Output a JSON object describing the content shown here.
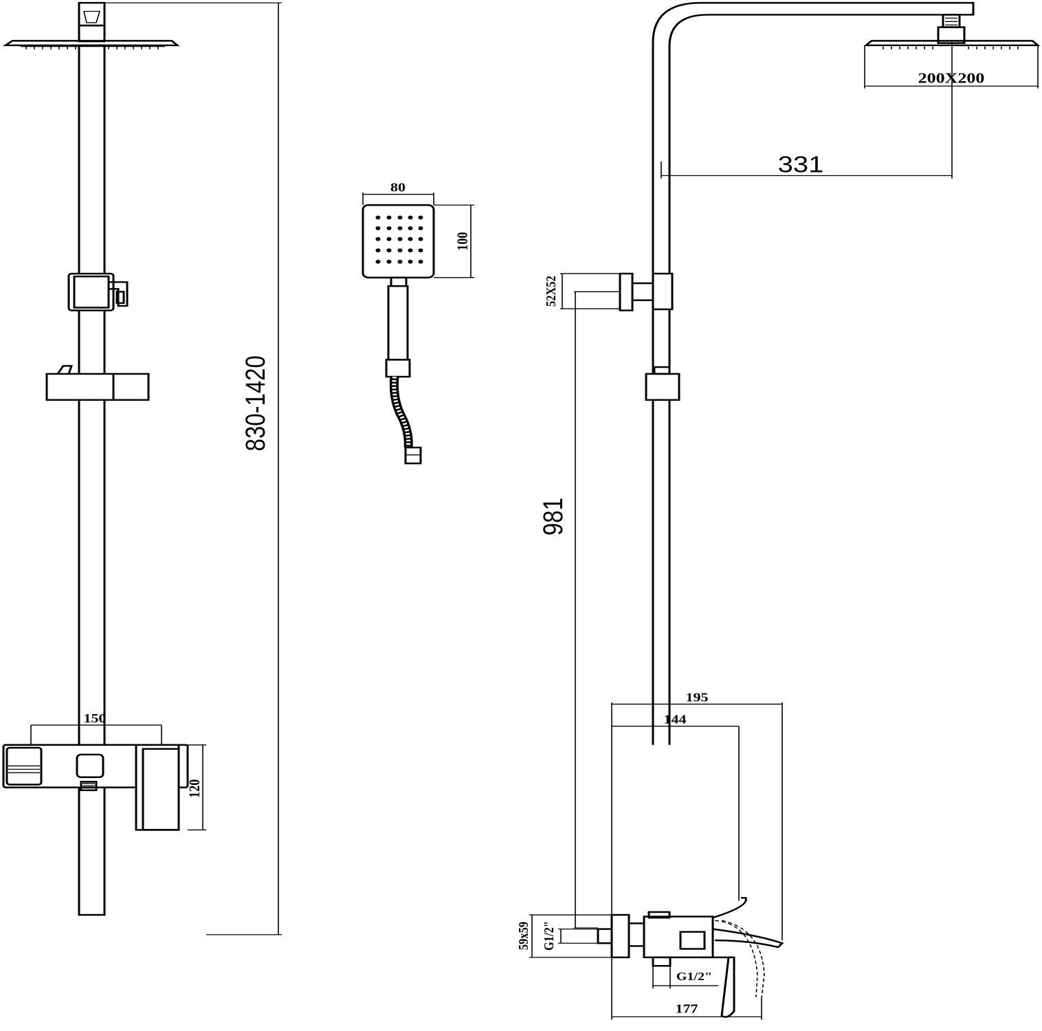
{
  "dimensions": {
    "height_range": "830-1420",
    "handshower_width": "80",
    "handshower_height": "100",
    "head_size": "200X200",
    "arm_reach": "331",
    "bracket_size": "52X52",
    "bracket_height": "981",
    "mixer_width_front": "150",
    "mixer_height": "120",
    "mixer_total_depth": "195",
    "mixer_body_depth": "144",
    "spout_projection": "177",
    "flange_size": "59x59",
    "inlet_thread": "G1/2\"",
    "outlet_thread": "G1/2\""
  }
}
